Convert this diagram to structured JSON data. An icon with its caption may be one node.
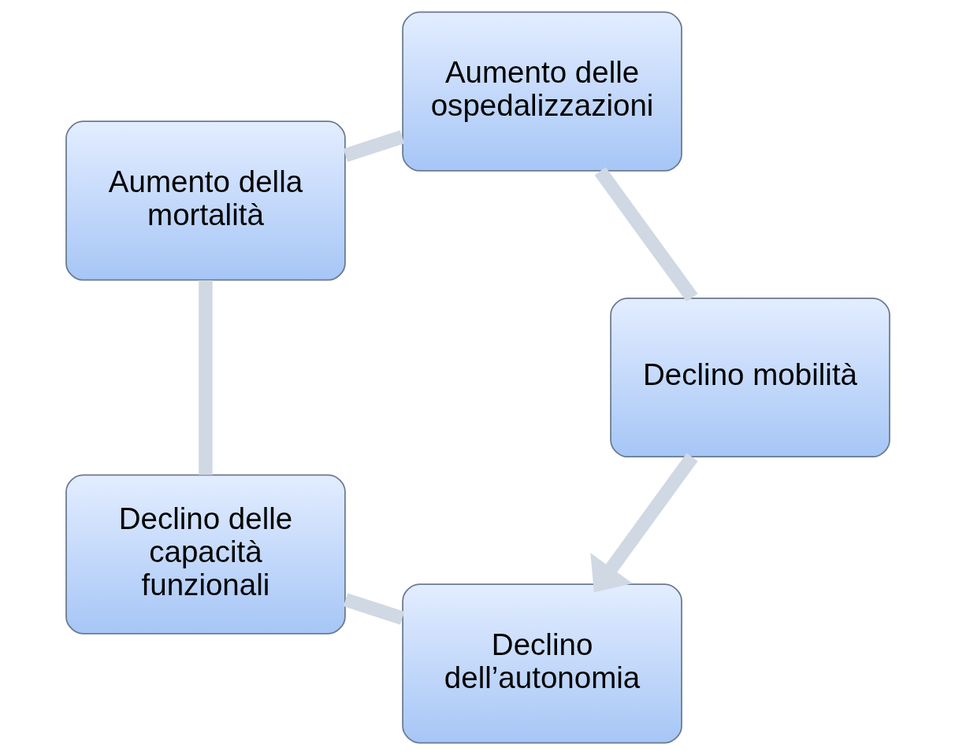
{
  "diagram": {
    "nodes": [
      {
        "text": [
          "Declino dell’autonomia"
        ]
      },
      {
        "text": [
          "Declino mobilità"
        ]
      },
      {
        "text": [
          "Declino delle capacità funzionali"
        ]
      },
      {
        "text": [
          "Aumento delle ospedalizzazioni"
        ]
      },
      {
        "text": [
          "Aumento della mortalità"
        ]
      }
    ],
    "edges": [
      {
        "from": 0,
        "to": 2,
        "arrow": "none"
      },
      {
        "from": 2,
        "to": 4,
        "arrow": "none"
      },
      {
        "from": 4,
        "to": 3,
        "arrow": "none"
      },
      {
        "from": 3,
        "to": 1,
        "arrow": "none"
      },
      {
        "from": 1,
        "to": 0,
        "arrow": "to"
      }
    ]
  }
}
